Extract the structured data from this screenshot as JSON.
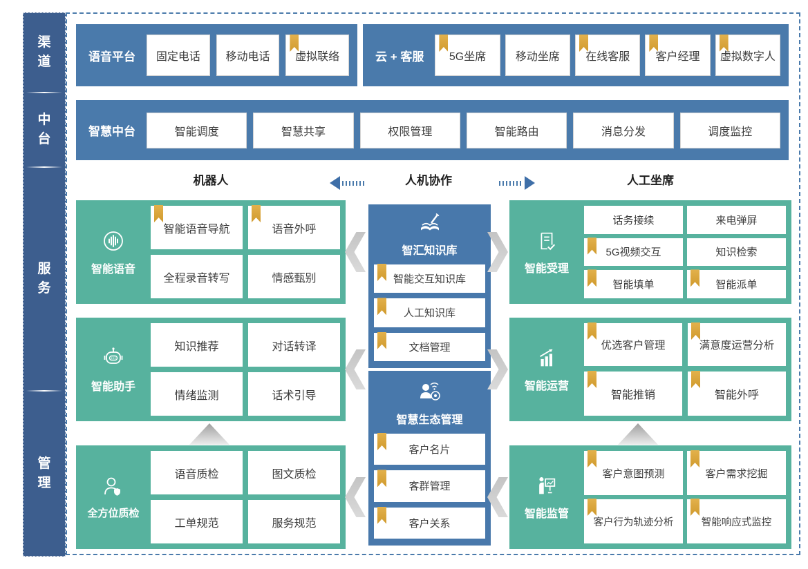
{
  "colors": {
    "primary_blue": "#4a7aab",
    "dark_blue": "#3d5e8e",
    "teal": "#57b29e",
    "bookmark_gold": "#d9a43c",
    "chevron_gray": "#c4c4c4"
  },
  "sidebar": {
    "items": [
      {
        "label": "渠道"
      },
      {
        "label": "中台"
      },
      {
        "label": "服务"
      },
      {
        "label": "管理"
      }
    ]
  },
  "voice_platform": {
    "title": "语音平台",
    "items": [
      {
        "label": "固定电话",
        "bookmark": false
      },
      {
        "label": "移动电话",
        "bookmark": false
      },
      {
        "label": "虚拟联络",
        "bookmark": true
      }
    ]
  },
  "cloud_service": {
    "title": "云 + 客服",
    "items": [
      {
        "label": "5G坐席",
        "bookmark": true
      },
      {
        "label": "移动坐席",
        "bookmark": false
      },
      {
        "label": "在线客服",
        "bookmark": true
      },
      {
        "label": "客户经理",
        "bookmark": true
      },
      {
        "label": "虚拟数字人",
        "bookmark": true
      }
    ]
  },
  "middle_platform": {
    "title": "智慧中台",
    "items": [
      {
        "label": "智能调度",
        "bookmark": false
      },
      {
        "label": "智慧共享",
        "bookmark": false
      },
      {
        "label": "权限管理",
        "bookmark": false
      },
      {
        "label": "智能路由",
        "bookmark": false
      },
      {
        "label": "消息分发",
        "bookmark": false
      },
      {
        "label": "调度监控",
        "bookmark": false
      }
    ]
  },
  "collab": {
    "left": "机器人",
    "center": "人机协作",
    "right": "人工坐席"
  },
  "left_blocks": [
    {
      "title": "智能语音",
      "icon": "voice-icon",
      "items": [
        {
          "label": "智能语音导航",
          "bookmark": true
        },
        {
          "label": "语音外呼",
          "bookmark": true
        },
        {
          "label": "全程录音转写",
          "bookmark": false
        },
        {
          "label": "情感甄别",
          "bookmark": false
        }
      ]
    },
    {
      "title": "智能助手",
      "icon": "robot-icon",
      "items": [
        {
          "label": "知识推荐",
          "bookmark": false
        },
        {
          "label": "对话转译",
          "bookmark": false
        },
        {
          "label": "情绪监测",
          "bookmark": false
        },
        {
          "label": "话术引导",
          "bookmark": false
        }
      ]
    },
    {
      "title": "全方位质检",
      "icon": "quality-inspector-icon",
      "items": [
        {
          "label": "语音质检",
          "bookmark": false
        },
        {
          "label": "图文质检",
          "bookmark": false
        },
        {
          "label": "工单规范",
          "bookmark": false
        },
        {
          "label": "服务规范",
          "bookmark": false
        }
      ]
    }
  ],
  "middle_blocks": [
    {
      "title": "智汇知识库",
      "icon": "knowledge-book-icon",
      "items": [
        {
          "label": "智能交互知识库",
          "bookmark": true
        },
        {
          "label": "人工知识库",
          "bookmark": true
        },
        {
          "label": "文档管理",
          "bookmark": true
        }
      ]
    },
    {
      "title": "智慧生态管理",
      "icon": "ecosystem-person-icon",
      "items": [
        {
          "label": "客户名片",
          "bookmark": true
        },
        {
          "label": "客群管理",
          "bookmark": true
        },
        {
          "label": "客户关系",
          "bookmark": true
        }
      ]
    }
  ],
  "right_blocks": [
    {
      "title": "智能受理",
      "icon": "document-check-icon",
      "items": [
        {
          "label": "话务接续",
          "bookmark": false
        },
        {
          "label": "来电弹屏",
          "bookmark": false
        },
        {
          "label": "5G视频交互",
          "bookmark": true
        },
        {
          "label": "知识检索",
          "bookmark": false
        },
        {
          "label": "智能填单",
          "bookmark": true
        },
        {
          "label": "智能派单",
          "bookmark": true
        }
      ]
    },
    {
      "title": "智能运营",
      "icon": "growth-chart-icon",
      "items": [
        {
          "label": "优选客户管理",
          "bookmark": true
        },
        {
          "label": "满意度运营分析",
          "bookmark": true
        },
        {
          "label": "智能推销",
          "bookmark": true
        },
        {
          "label": "智能外呼",
          "bookmark": true
        }
      ]
    },
    {
      "title": "智能监管",
      "icon": "supervisor-icon",
      "items": [
        {
          "label": "客户意图预测",
          "bookmark": true
        },
        {
          "label": "客户需求挖掘",
          "bookmark": true
        },
        {
          "label": "客户行为轨迹分析",
          "bookmark": true
        },
        {
          "label": "智能响应式监控",
          "bookmark": true
        }
      ]
    }
  ]
}
